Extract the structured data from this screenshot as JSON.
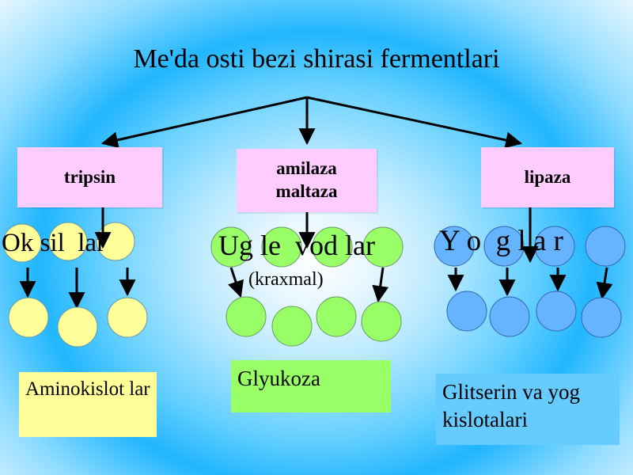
{
  "title": "Me'da osti bezi shirasi fermentlari",
  "colors": {
    "enzyme_box": "#ffccff",
    "yellow_circle": "#ffff99",
    "green_circle": "#99ff66",
    "blue_circle": "#66b3ff",
    "yellow_box": "#ffff99",
    "green_box": "#99ff66",
    "blue_box": "#66ccff"
  },
  "enzymes": [
    {
      "label": "tripsin"
    },
    {
      "label": "amilaza\nmaltaza"
    },
    {
      "label": "lipaza"
    }
  ],
  "substrates": [
    {
      "label": "Ok sil  lar"
    },
    {
      "label": "Ug le  vod lar",
      "note": "(kraxmal)"
    },
    {
      "label": "Y o  g l a r"
    }
  ],
  "products": [
    {
      "label": "Aminokislot lar"
    },
    {
      "label": "Glyukoza"
    },
    {
      "label": "Glitserin va yog kislotalari"
    }
  ]
}
